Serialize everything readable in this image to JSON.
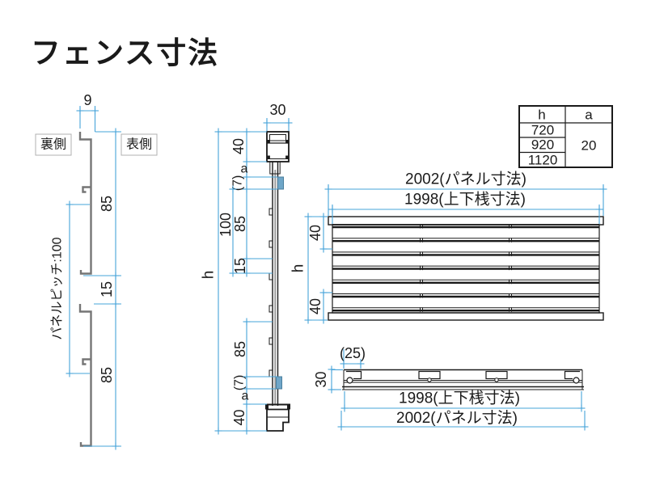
{
  "title": "フェンス寸法",
  "colors": {
    "dimension": "#46a4d9",
    "line": "#1a1a1a",
    "profile": "#757575",
    "clip": "#6fa6c8"
  },
  "profile_view": {
    "back_label": "裏側",
    "front_label": "表側",
    "dim_top_width": "9",
    "dim_upper_slat": "85",
    "dim_gap": "15",
    "dim_lower_slat": "85",
    "dim_pitch": "パネルピッチ:100"
  },
  "section_view": {
    "dim_width": "30",
    "dim_top_rail": "40",
    "dim_top_a": "a",
    "dim_top_7": "(7)",
    "dim_pitch": "100",
    "dim_upper_slat": "85",
    "dim_gap": "15",
    "dim_height": "h",
    "dim_lower_slat": "85",
    "dim_bottom_7": "(7)",
    "dim_bottom_a": "a",
    "dim_bottom_rail": "40"
  },
  "spec_table": {
    "header_h": "h",
    "header_a": "a",
    "h_values": [
      "720",
      "920",
      "1120"
    ],
    "a_value": "20"
  },
  "front_view": {
    "dim_panel_width": "2002(パネル寸法)",
    "dim_rail_width": "1998(上下桟寸法)",
    "dim_top": "40",
    "dim_height": "h",
    "dim_bottom": "40"
  },
  "plan_view": {
    "dim_end_offset": "(25)",
    "dim_depth": "30",
    "dim_rail_width": "1998(上下桟寸法)",
    "dim_panel_width": "2002(パネル寸法)"
  }
}
